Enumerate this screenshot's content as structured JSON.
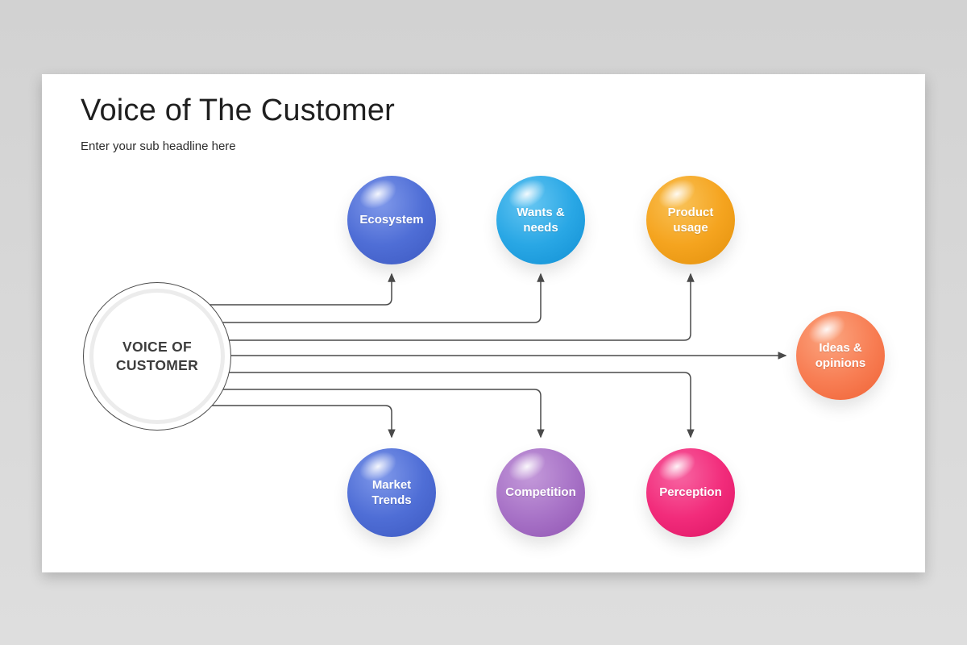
{
  "page": {
    "background_color": "#d6d6d6"
  },
  "slide": {
    "title": "Voice of The Customer",
    "subtitle": "Enter your sub headline here",
    "background_color": "#ffffff"
  },
  "diagram": {
    "center": {
      "label": "VOICE OF CUSTOMER",
      "ring_color": "#ececec",
      "outline_color": "#4c4c4c",
      "text_color": "#3d3d3d"
    },
    "connector_color": "#4a4a4a",
    "nodes": [
      {
        "id": "ecosystem",
        "label": "Ecosystem",
        "color": "#4f6ed6",
        "color_dark": "#3c58c0",
        "color_light": "#8099ea"
      },
      {
        "id": "wants-needs",
        "label": "Wants & needs",
        "color": "#29a7e5",
        "color_dark": "#118fd3",
        "color_light": "#66c6f2"
      },
      {
        "id": "product-usage",
        "label": "Product usage",
        "color": "#f5a41f",
        "color_dark": "#e2900c",
        "color_light": "#f9c258"
      },
      {
        "id": "ideas-opinions",
        "label": "Ideas & opinions",
        "color": "#f87e54",
        "color_dark": "#ef6134",
        "color_light": "#fba580"
      },
      {
        "id": "market-trends",
        "label": "Market Trends",
        "color": "#4f6ed6",
        "color_dark": "#3c58c0",
        "color_light": "#8099ea"
      },
      {
        "id": "competition",
        "label": "Competition",
        "color": "#a873c7",
        "color_dark": "#9053b2",
        "color_light": "#c49ada"
      },
      {
        "id": "perception",
        "label": "Perception",
        "color": "#f22c7b",
        "color_dark": "#dd1463",
        "color_light": "#f765a2"
      }
    ]
  }
}
